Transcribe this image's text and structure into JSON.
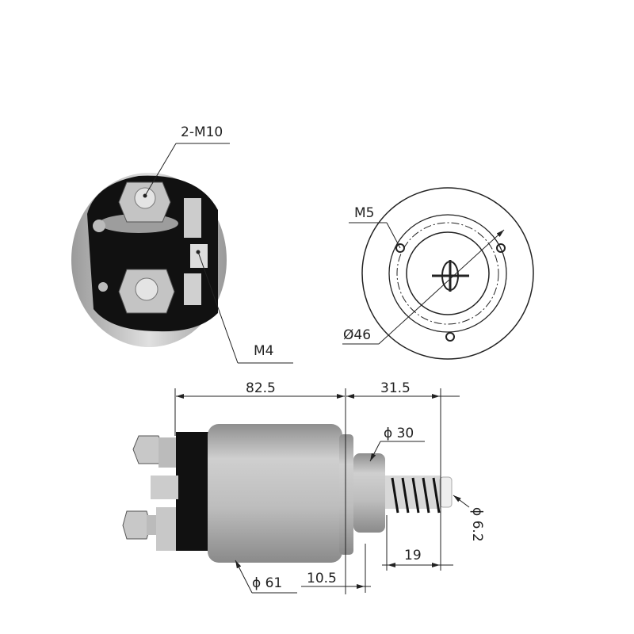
{
  "end_view": {
    "terminal_label": "2-M10",
    "small_terminal_label": "M4"
  },
  "flange_view": {
    "mount_hole_label": "M5",
    "bolt_circle_label": "Ø46"
  },
  "side_view": {
    "body_length": "82.5",
    "plunger_length": "31.5",
    "neck_diameter": "ϕ 30",
    "plunger_diameter": "ϕ 6.2",
    "spring_length": "19",
    "body_diameter": "ϕ 61",
    "flange_offset": "10.5"
  },
  "colors": {
    "line": "#222222",
    "metal": "#b9b9b9",
    "insulator": "#111111"
  }
}
